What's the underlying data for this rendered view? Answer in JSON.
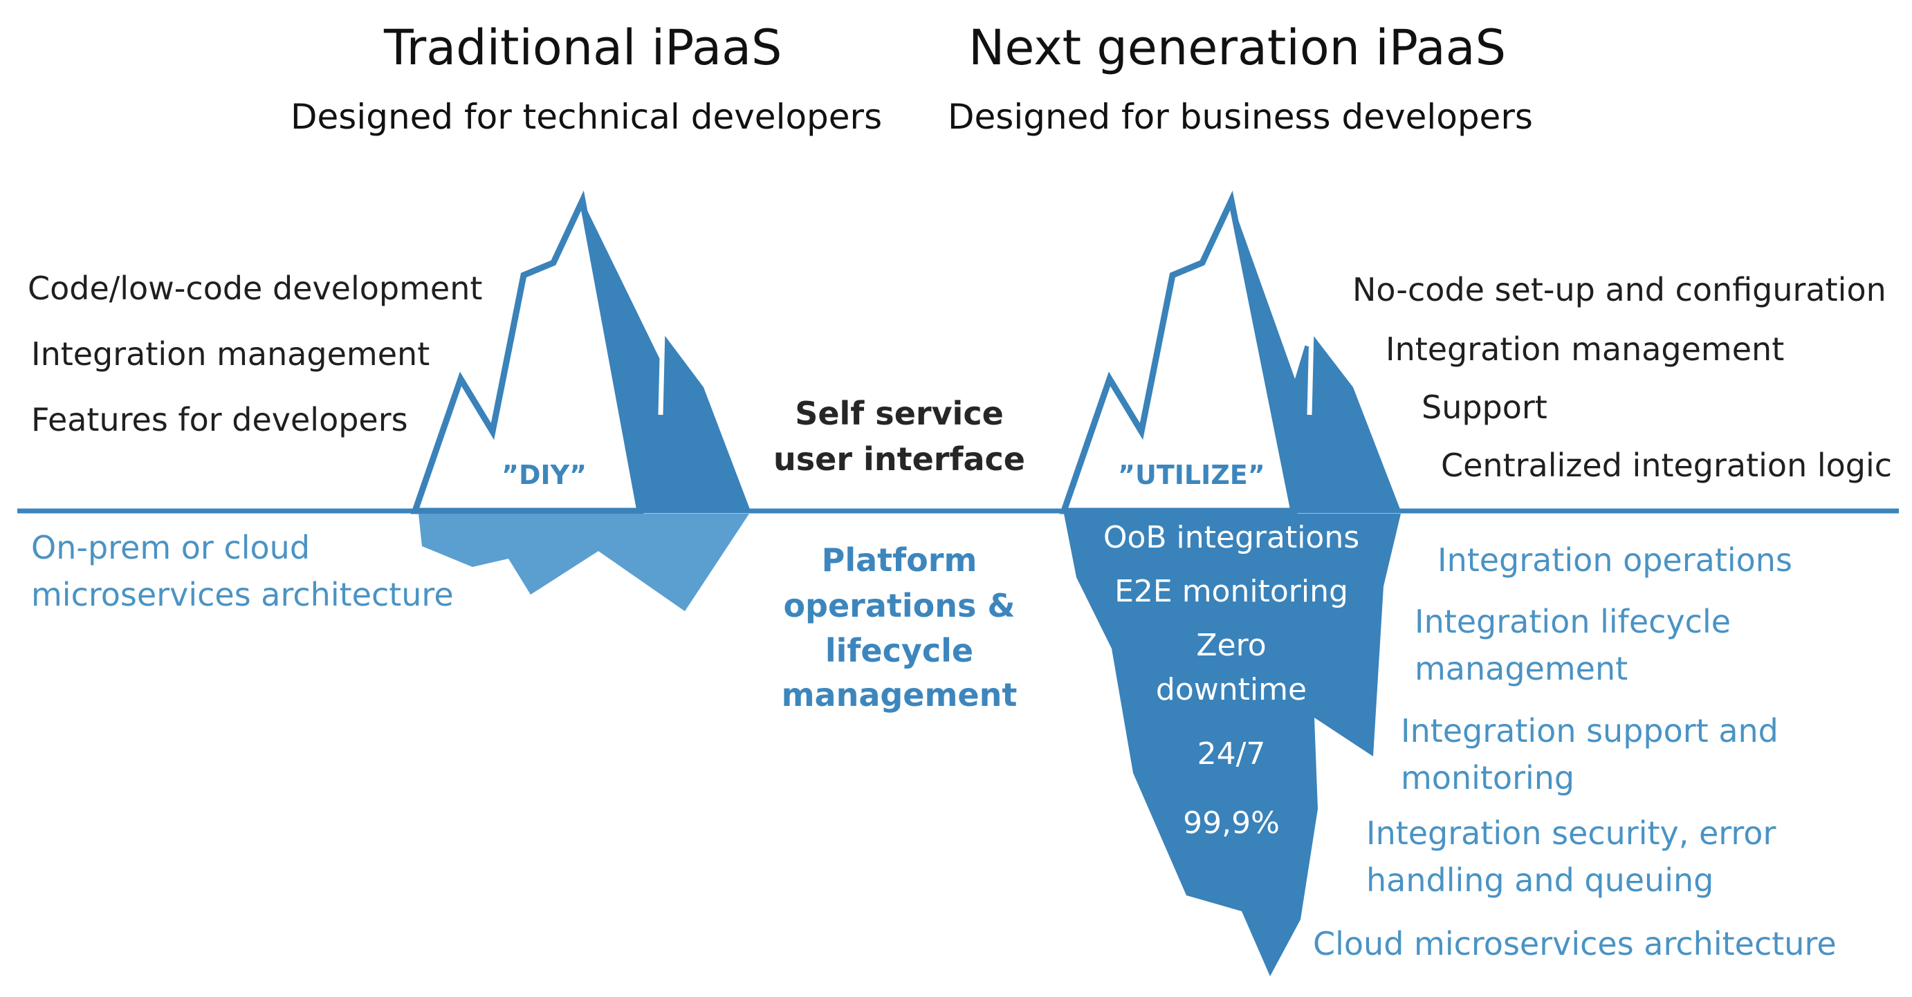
{
  "left": {
    "title": "Traditional iPaaS",
    "subtitle": "Designed for technical developers",
    "tag": "”DIY”",
    "above_items": [
      "Code/low-code development",
      "Integration management",
      "Features for developers"
    ],
    "below_lines": [
      "On-prem or cloud",
      "microservices architecture"
    ]
  },
  "right": {
    "title": "Next generation iPaaS",
    "subtitle": "Designed for business developers",
    "tag": "”UTILIZE”",
    "above_items": [
      "No-code set-up and configuration",
      "Integration management",
      "Support",
      "Centralized integration logic"
    ],
    "inner_items": [
      "OoB integrations",
      "E2E monitoring",
      "Zero",
      "downtime",
      "24/7",
      "99,9%"
    ],
    "below_items": [
      [
        "Integration operations"
      ],
      [
        "Integration lifecycle",
        "management"
      ],
      [
        "Integration support and",
        "monitoring"
      ],
      [
        "Integration security, error",
        "handling and queuing"
      ],
      [
        "Cloud microservices architecture"
      ]
    ]
  },
  "middle": {
    "above_lines": [
      "Self service",
      "user interface"
    ],
    "below_lines": [
      "Platform",
      "operations &",
      "lifecycle",
      "management"
    ]
  },
  "colors": {
    "waterline": "#3b84bd",
    "ice_dark": "#3a82ba",
    "ice_light": "#5a9fcf",
    "text_blue": "#4a93c4"
  }
}
